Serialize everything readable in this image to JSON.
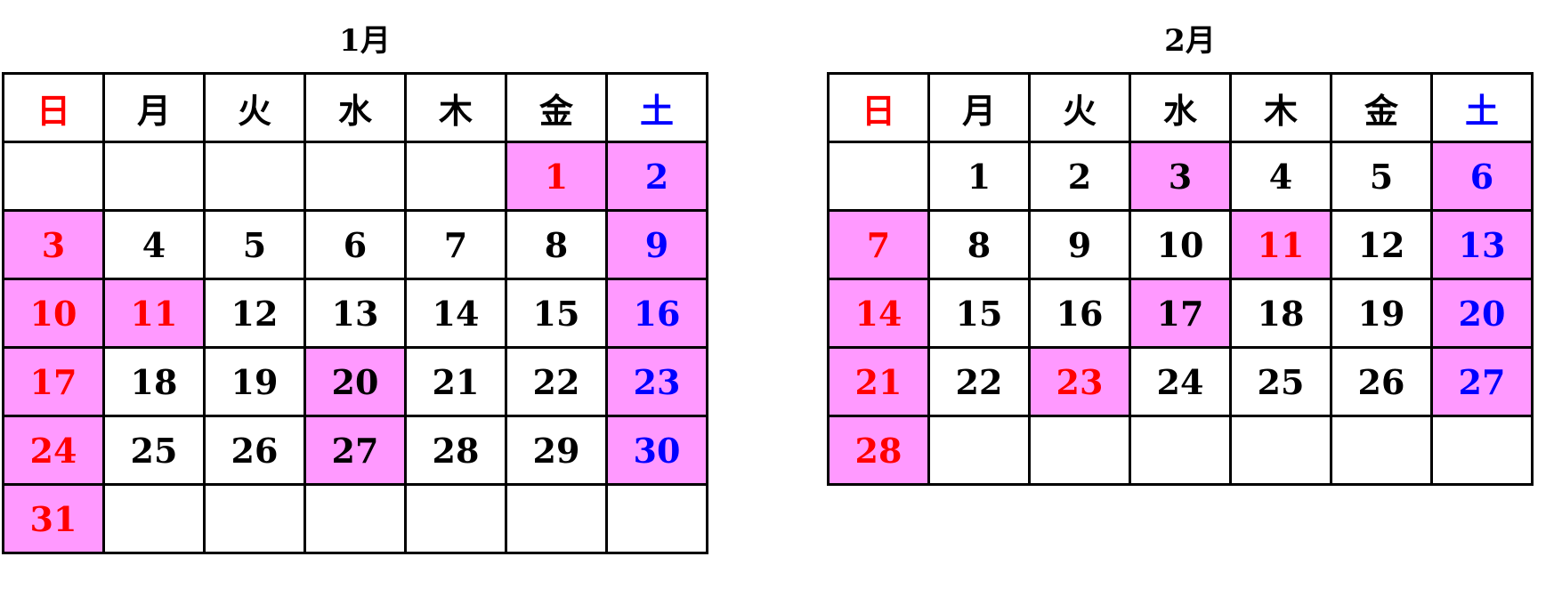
{
  "colors": {
    "sunday_text": "#ff0000",
    "saturday_text": "#0000ff",
    "weekday_text": "#000000",
    "highlight_bg": "#ff99ff"
  },
  "weekdays": [
    "日",
    "月",
    "火",
    "水",
    "木",
    "金",
    "土"
  ],
  "months": [
    {
      "title": "1月",
      "weeks": [
        [
          {
            "d": ""
          },
          {
            "d": ""
          },
          {
            "d": ""
          },
          {
            "d": ""
          },
          {
            "d": ""
          },
          {
            "d": "1",
            "hl": true,
            "holiday": true
          },
          {
            "d": "2",
            "hl": true
          }
        ],
        [
          {
            "d": "3",
            "hl": true
          },
          {
            "d": "4"
          },
          {
            "d": "5"
          },
          {
            "d": "6"
          },
          {
            "d": "7"
          },
          {
            "d": "8"
          },
          {
            "d": "9",
            "hl": true
          }
        ],
        [
          {
            "d": "10",
            "hl": true
          },
          {
            "d": "11",
            "hl": true,
            "holiday": true
          },
          {
            "d": "12"
          },
          {
            "d": "13"
          },
          {
            "d": "14"
          },
          {
            "d": "15"
          },
          {
            "d": "16",
            "hl": true
          }
        ],
        [
          {
            "d": "17",
            "hl": true
          },
          {
            "d": "18"
          },
          {
            "d": "19"
          },
          {
            "d": "20",
            "hl": true
          },
          {
            "d": "21"
          },
          {
            "d": "22"
          },
          {
            "d": "23",
            "hl": true
          }
        ],
        [
          {
            "d": "24",
            "hl": true
          },
          {
            "d": "25"
          },
          {
            "d": "26"
          },
          {
            "d": "27",
            "hl": true
          },
          {
            "d": "28"
          },
          {
            "d": "29"
          },
          {
            "d": "30",
            "hl": true
          }
        ],
        [
          {
            "d": "31",
            "hl": true
          },
          {
            "d": ""
          },
          {
            "d": ""
          },
          {
            "d": ""
          },
          {
            "d": ""
          },
          {
            "d": ""
          },
          {
            "d": ""
          }
        ]
      ]
    },
    {
      "title": "2月",
      "weeks": [
        [
          {
            "d": ""
          },
          {
            "d": "1"
          },
          {
            "d": "2"
          },
          {
            "d": "3",
            "hl": true
          },
          {
            "d": "4"
          },
          {
            "d": "5"
          },
          {
            "d": "6",
            "hl": true
          }
        ],
        [
          {
            "d": "7",
            "hl": true
          },
          {
            "d": "8"
          },
          {
            "d": "9"
          },
          {
            "d": "10"
          },
          {
            "d": "11",
            "hl": true,
            "holiday": true
          },
          {
            "d": "12"
          },
          {
            "d": "13",
            "hl": true
          }
        ],
        [
          {
            "d": "14",
            "hl": true
          },
          {
            "d": "15"
          },
          {
            "d": "16"
          },
          {
            "d": "17",
            "hl": true
          },
          {
            "d": "18"
          },
          {
            "d": "19"
          },
          {
            "d": "20",
            "hl": true
          }
        ],
        [
          {
            "d": "21",
            "hl": true
          },
          {
            "d": "22"
          },
          {
            "d": "23",
            "hl": true,
            "holiday": true
          },
          {
            "d": "24"
          },
          {
            "d": "25"
          },
          {
            "d": "26"
          },
          {
            "d": "27",
            "hl": true
          }
        ],
        [
          {
            "d": "28",
            "hl": true
          },
          {
            "d": ""
          },
          {
            "d": ""
          },
          {
            "d": ""
          },
          {
            "d": ""
          },
          {
            "d": ""
          },
          {
            "d": ""
          }
        ]
      ]
    }
  ]
}
